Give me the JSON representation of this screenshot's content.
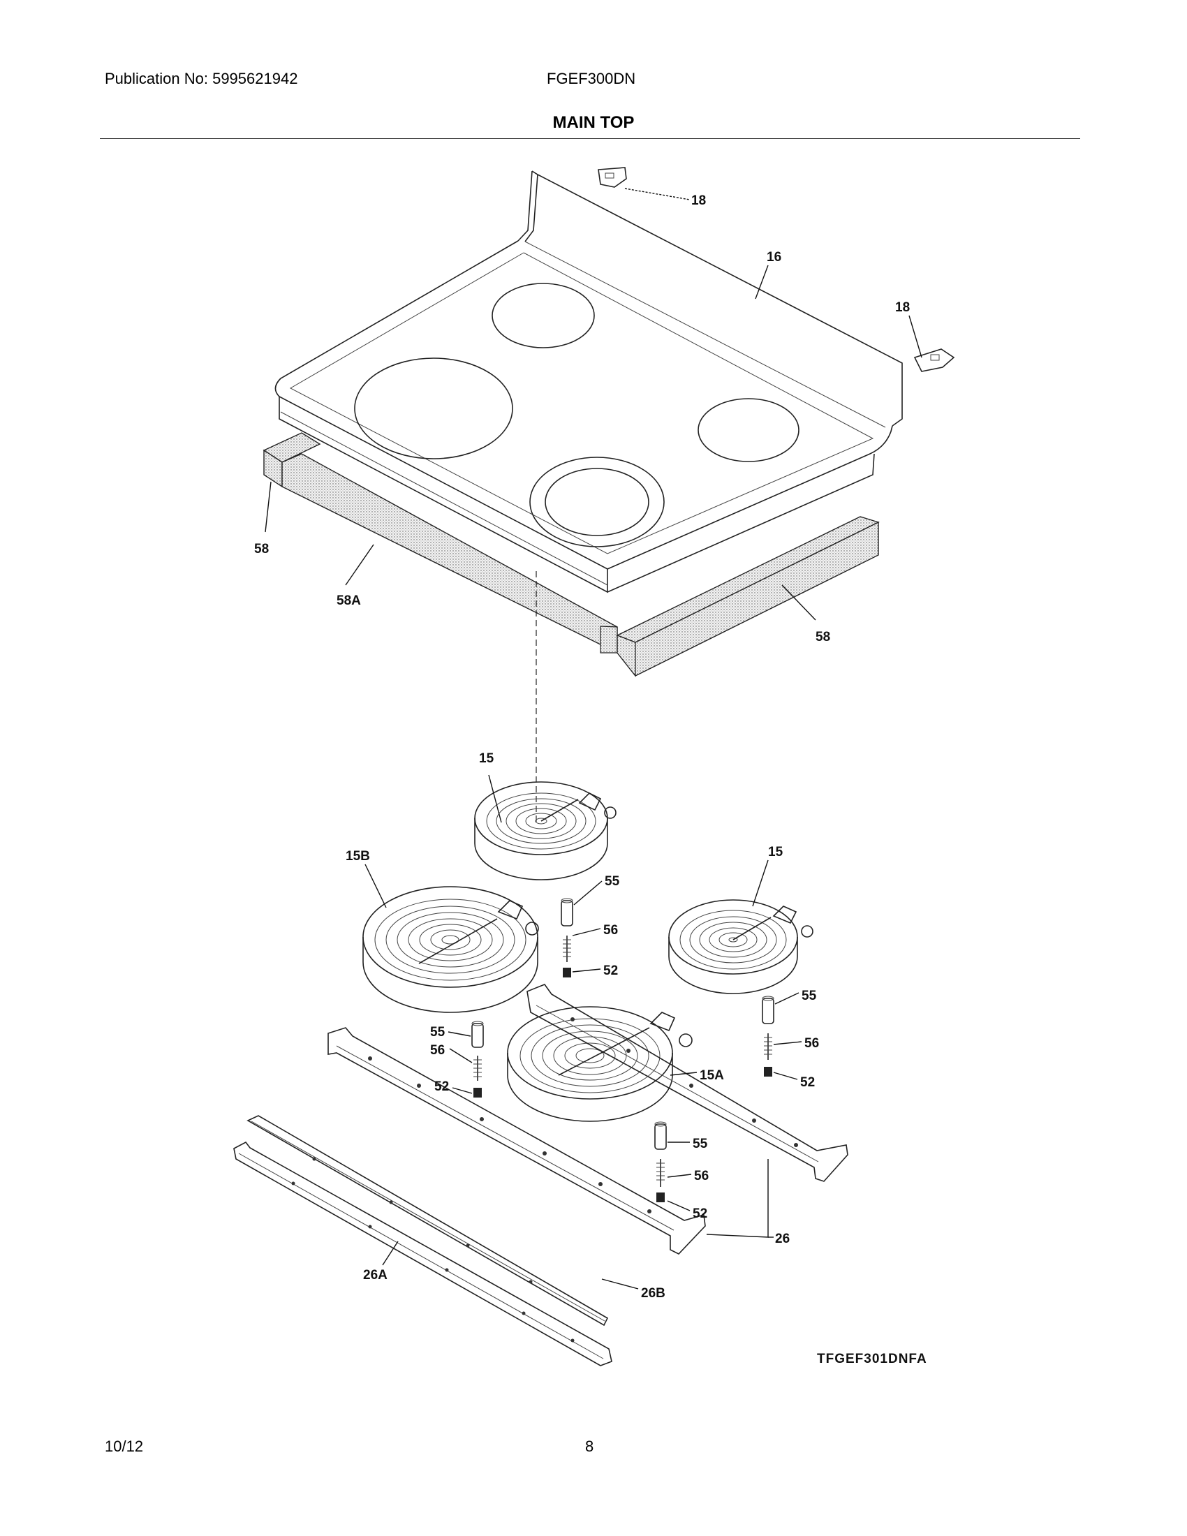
{
  "header": {
    "publication": "Publication No: 5995621942",
    "model": "FGEF300DN",
    "title": "MAIN TOP"
  },
  "diagram": {
    "callouts": {
      "c18a": "18",
      "c16": "16",
      "c18b": "18",
      "c58a": "58",
      "c58A": "58A",
      "c58b": "58",
      "c15a": "15",
      "c15B": "15B",
      "c15b": "15",
      "c55a": "55",
      "c56a": "56",
      "c52a": "52",
      "c55b": "55",
      "c56b": "56",
      "c52b": "52",
      "c15A": "15A",
      "c55c": "55",
      "c56c": "56",
      "c52c": "52",
      "c55d": "55",
      "c56d": "56",
      "c52d": "52",
      "c26": "26",
      "c26A": "26A",
      "c26B": "26B"
    },
    "drawing_code": "TFGEF301DNFA"
  },
  "footer": {
    "date": "10/12",
    "page": "8"
  }
}
